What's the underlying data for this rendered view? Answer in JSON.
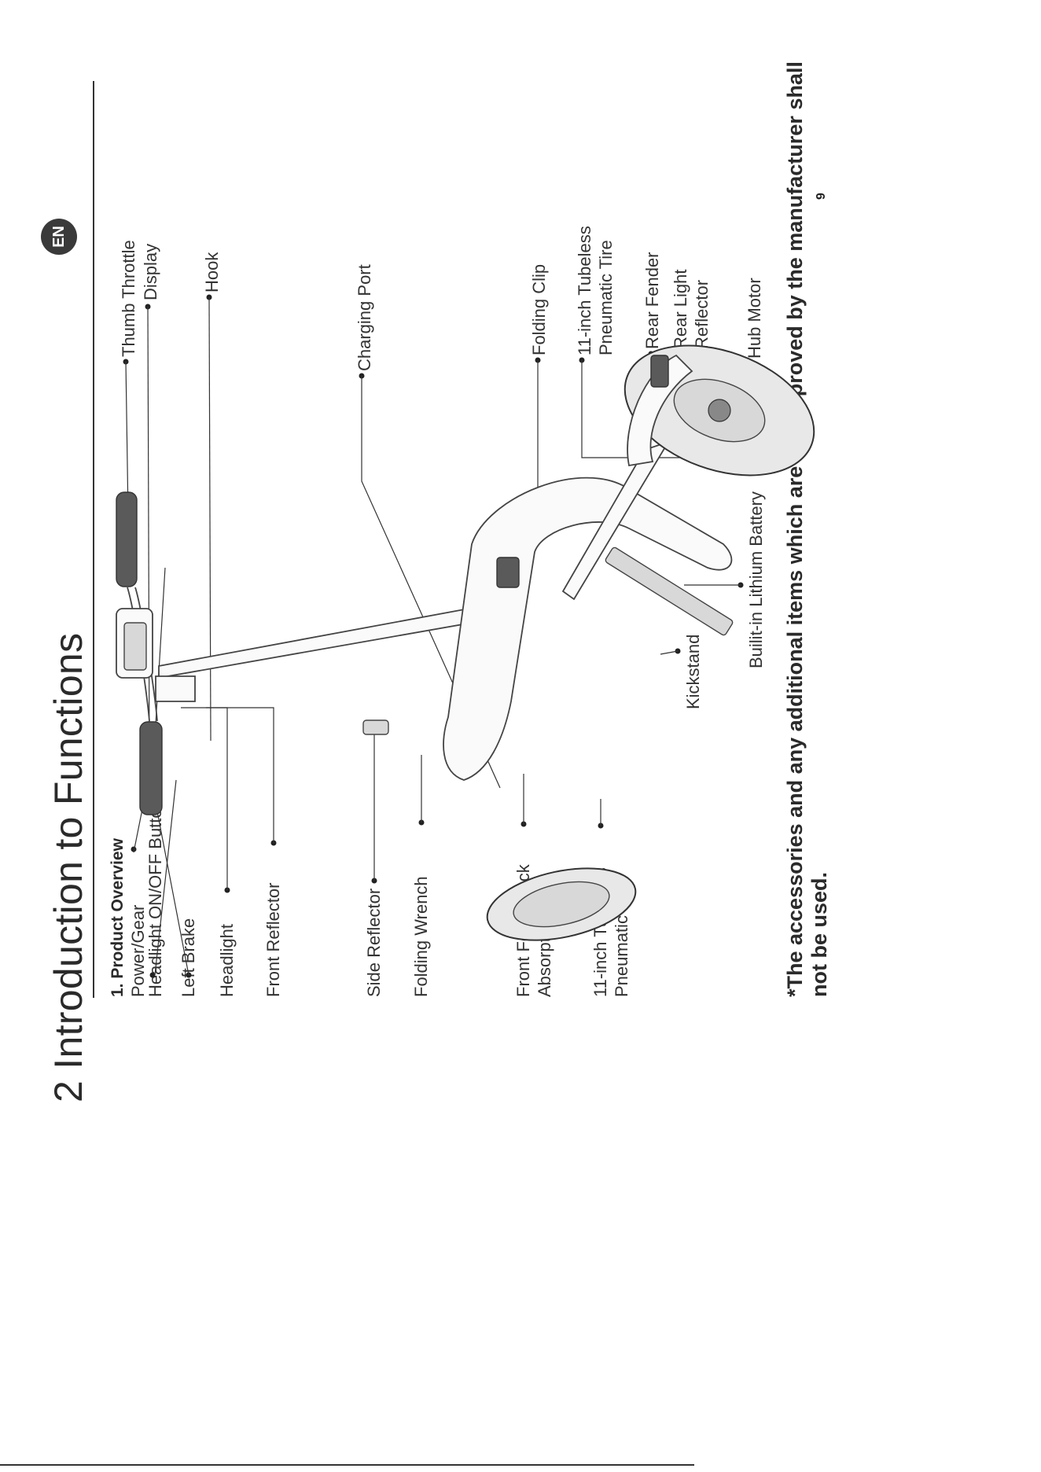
{
  "section_title": "2 Introduction to Functions",
  "subsection_title": "1. Product Overview",
  "language_badge": "EN",
  "page_number": "9",
  "labels": {
    "power_gear": "Power/Gear",
    "headlight_button": "Headlight ON/OFF Button",
    "left_brake": "Left Brake",
    "headlight": "Headlight",
    "front_reflector": "Front Reflector",
    "side_reflector": "Side Reflector",
    "folding_wrench": "Folding Wrench",
    "front_fork_shock": "Front Fork Shock\nAbsorption",
    "front_tire": "11-inch Tubeless\nPneumatic Tire",
    "thumb_throttle": "Thumb Throttle",
    "display": "Display",
    "hook": "Hook",
    "charging_port": "Charging Port",
    "folding_clip": "Folding Clip",
    "rear_tire": "11-inch Tubeless\nPneumatic Tire",
    "rear_fender": "Rear Fender",
    "rear_light_reflector": "Rear Light\nReflector",
    "hub_motor": "Hub Motor",
    "battery": "Builit-in Lithium Battery",
    "kickstand": "Kickstand"
  },
  "notice": "*The accessories and any additional items which are not approved by the manufacturer shall\nnot be used."
}
